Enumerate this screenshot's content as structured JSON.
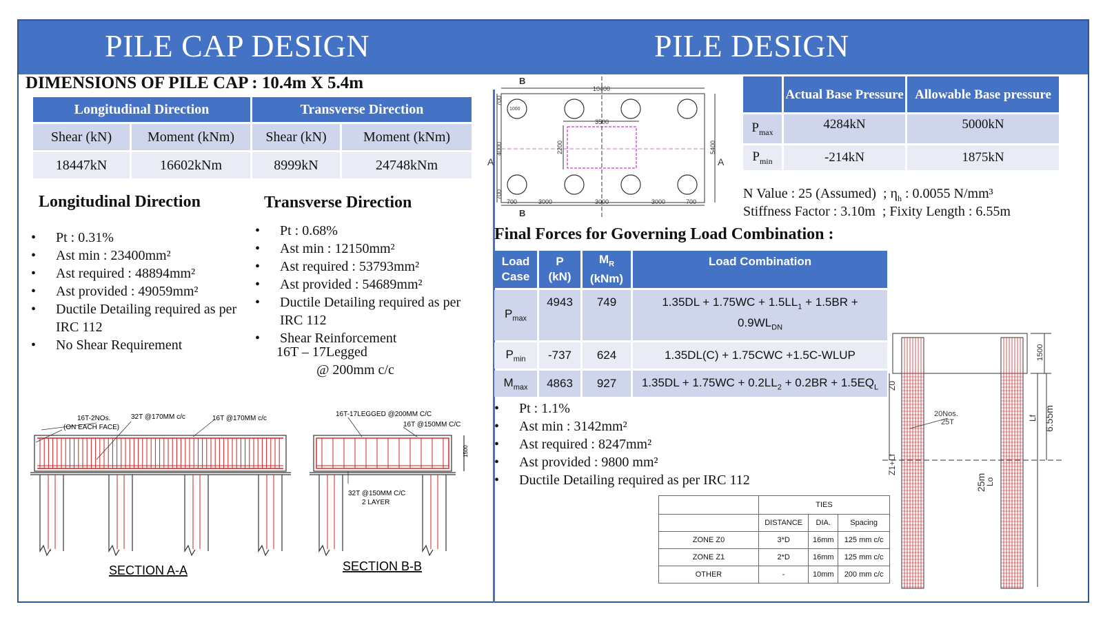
{
  "headers": {
    "left": "PILE CAP DESIGN",
    "right": "PILE DESIGN"
  },
  "pile_cap": {
    "dimensions_label": "DIMENSIONS OF PILE CAP : 10.4m X 5.4m",
    "forces_table": {
      "group_headers": [
        "Longitudinal Direction",
        "Transverse Direction"
      ],
      "col_headers": [
        "Shear (kN)",
        "Moment (kNm)",
        "Shear (kN)",
        "Moment (kNm)"
      ],
      "values": [
        "18447kN",
        "16602kNm",
        "8999kN",
        "24748kNm"
      ]
    },
    "longitudinal": {
      "title": "Longitudinal Direction",
      "items": [
        "Pt : 0.31%",
        "Ast min : 23400mm²",
        "Ast required : 48894mm²",
        "Ast provided : 49059mm²",
        "Ductile Detailing required as per IRC 112",
        "No Shear Requirement"
      ]
    },
    "transverse": {
      "title": "Transverse Direction",
      "items": [
        "Pt : 0.68%",
        "Ast min : 12150mm²",
        "Ast required : 53793mm²",
        "Ast provided : 54689mm²",
        "Ductile Detailing required as per IRC 112",
        "Shear Reinforcement"
      ],
      "shear_line1": "16T – 17Legged",
      "shear_line2": "@ 200mm c/c"
    },
    "section_aa": {
      "title": "SECTION A-A",
      "labels": [
        "16T-2NOs.",
        "(ON EACH FACE)",
        "32T @170MM c/c",
        "16T @170MM c/c"
      ]
    },
    "section_bb": {
      "title": "SECTION B-B",
      "labels": [
        "16T-17LEGGED @200MM C/C",
        "16T @150MM C/C",
        "32T @150MM C/C",
        "2 LAYER",
        "1500"
      ]
    }
  },
  "plan": {
    "labels": [
      "B",
      "A",
      "A",
      "B",
      "10400",
      "3500",
      "2200",
      "4000",
      "5400",
      "700",
      "700",
      "700",
      "3000",
      "3000",
      "3000",
      "700",
      "1000"
    ]
  },
  "pressure_table": {
    "headers": [
      "Actual Base Pressure",
      "Allowable Base pressure"
    ],
    "rows": [
      {
        "label": "P",
        "sub": "max",
        "actual": "4284kN",
        "allowable": "5000kN"
      },
      {
        "label": "P",
        "sub": "min",
        "actual": "-214kN",
        "allowable": "1875kN"
      }
    ]
  },
  "soil": {
    "line1_a": "N Value : 25 (Assumed)",
    "line1_b": ";  η",
    "line1_sub": "h",
    "line1_c": " : 0.0055 N/mm³",
    "line2_a": "Stiffness Factor : 3.10m",
    "line2_b": "; Fixity Length : 6.55m"
  },
  "final_forces": {
    "title": "Final Forces for Governing Load Combination :",
    "headers": {
      "case_1": "Load",
      "case_2": "Case",
      "p_1": "P",
      "p_2": "(kN)",
      "m_main": "M",
      "m_sub": "R",
      "m_2": "(kNm)",
      "combo": "Load Combination"
    },
    "rows": [
      {
        "case": "P",
        "case_sub": "max",
        "p": "4943",
        "m": "749",
        "combo": "1.35DL + 1.75WC + 1.5LL",
        "combo_sub1": "1",
        "combo_mid": " + 1.5BR + 0.9WL",
        "combo_sub2": "DN",
        "combo_end": ""
      },
      {
        "case": "P",
        "case_sub": "min",
        "p": "-737",
        "m": "624",
        "combo": "1.35DL(C) + 1.75CWC +1.5C-WLUP",
        "combo_sub1": "",
        "combo_mid": "",
        "combo_sub2": "",
        "combo_end": ""
      },
      {
        "case": "M",
        "case_sub": "max",
        "p": "4863",
        "m": "927",
        "combo": "1.35DL + 1.75WC + 0.2LL",
        "combo_sub1": "2",
        "combo_mid": " + 0.2BR + 1.5EQ",
        "combo_sub2": "L",
        "combo_end": ""
      }
    ]
  },
  "pile": {
    "items": [
      "Pt : 1.1%",
      "Ast min : 3142mm²",
      "Ast required : 8247mm²",
      "Ast provided : 9800 mm²",
      "Ductile Detailing required as per IRC 112"
    ]
  },
  "ties_table": {
    "title": "TIES",
    "headers": [
      "DISTANCE",
      "DIA.",
      "Spacing"
    ],
    "rows": [
      [
        "ZONE Z0",
        "3*D",
        "16mm",
        "125 mm c/c"
      ],
      [
        "ZONE Z1",
        "2*D",
        "16mm",
        "125 mm c/c"
      ],
      [
        "OTHER",
        "-",
        "10mm",
        "200 mm c/c"
      ]
    ]
  },
  "pile_elevation": {
    "labels": [
      "1500",
      "Z0",
      "20Nos.",
      "25T",
      "Lf",
      "6.55m",
      "Z1+Lf",
      "25m",
      "Lo"
    ]
  },
  "colors": {
    "banner": "#4472c4",
    "cell_dark": "#cfd5ea",
    "cell_light": "#e9ebf5",
    "rebar": "#d02020"
  }
}
